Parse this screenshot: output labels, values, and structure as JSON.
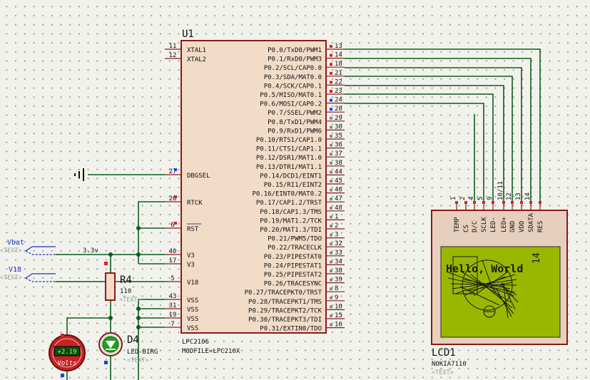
{
  "colors": {
    "wire": "#0d5c1e",
    "body": "#8b1a1a",
    "ic_fill": "#f2dcc8",
    "lcd_screen": "#9ab700",
    "led_green": "#20a020"
  },
  "u1": {
    "ref": "U1",
    "part": "LPC2106",
    "modfile": "MODFILE=LPC210X",
    "left_pins": [
      {
        "num": "11",
        "name": "XTAL1"
      },
      {
        "num": "12",
        "name": "XTAL2"
      },
      {
        "num": "27",
        "name": "DBGSEL"
      },
      {
        "num": "26",
        "name": "RTCK"
      },
      {
        "num": "6",
        "name": "RST"
      },
      {
        "num": "40",
        "name": "V3"
      },
      {
        "num": "17",
        "name": "V3"
      },
      {
        "num": "5",
        "name": "V18"
      },
      {
        "num": "43",
        "name": "VSS"
      },
      {
        "num": "31",
        "name": "VSS"
      },
      {
        "num": "19",
        "name": "VSS"
      },
      {
        "num": "7",
        "name": "VSS"
      }
    ],
    "right_pins": [
      {
        "num": "13",
        "name": "P0.0/TxD0/PWM1"
      },
      {
        "num": "14",
        "name": "P0.1/RxD0/PWM3"
      },
      {
        "num": "18",
        "name": "P0.2/SCL/CAP0.0"
      },
      {
        "num": "21",
        "name": "P0.3/SDA/MAT0.0"
      },
      {
        "num": "22",
        "name": "P0.4/SCK/CAP0.1"
      },
      {
        "num": "23",
        "name": "P0.5/MISO/MAT0.1"
      },
      {
        "num": "24",
        "name": "P0.6/MOSI/CAP0.2"
      },
      {
        "num": "28",
        "name": "P0.7/SSEL/PWM2"
      },
      {
        "num": "29",
        "name": "P0.8/TxD1/PWM4"
      },
      {
        "num": "30",
        "name": "P0.9/RxD1/PWM6"
      },
      {
        "num": "35",
        "name": "P0.10/RTS1/CAP1.0"
      },
      {
        "num": "36",
        "name": "P0.11/CTS1/CAP1.1"
      },
      {
        "num": "37",
        "name": "P0.12/DSR1/MAT1.0"
      },
      {
        "num": "38",
        "name": "P0.13/DTR1/MAT1.1"
      },
      {
        "num": "44",
        "name": "P0.14/DCD1/EINT1"
      },
      {
        "num": "45",
        "name": "P0.15/RI1/EINT2"
      },
      {
        "num": "46",
        "name": "P0.16/EINT0/MAT0.2"
      },
      {
        "num": "47",
        "name": "P0.17/CAP1.2/TRST"
      },
      {
        "num": "48",
        "name": "P0.18/CAP1.3/TMS"
      },
      {
        "num": "1",
        "name": "P0.19/MAT1.2/TCK"
      },
      {
        "num": "2",
        "name": "P0.20/MAT1.3/TDI"
      },
      {
        "num": "3",
        "name": "P0.21/PWM5/TDO"
      },
      {
        "num": "32",
        "name": "P0.22/TRACECLK"
      },
      {
        "num": "33",
        "name": "P0.23/PIPESTAT0"
      },
      {
        "num": "34",
        "name": "P0.24/PIPESTAT1"
      },
      {
        "num": "38",
        "name": "P0.25/PIPESTAT2"
      },
      {
        "num": "39",
        "name": "P0.26/TRACESYNC"
      },
      {
        "num": "8",
        "name": "P0.27/TRACEPKT0/TRST"
      },
      {
        "num": "9",
        "name": "P0.28/TRACEPKT1/TMS"
      },
      {
        "num": "10",
        "name": "P0.29/TRACEPKT2/TCK"
      },
      {
        "num": "15",
        "name": "P0.30/TRACEPKT3/TDI"
      },
      {
        "num": "16",
        "name": "P0.31/EXTIN0/TDO"
      }
    ]
  },
  "lcd": {
    "ref": "LCD1",
    "part": "NOKIA7110",
    "text_tag": "<TEXT>",
    "screen_text": "Hello, World",
    "pins": [
      {
        "num": "1",
        "name": "TEMP"
      },
      {
        "num": "2",
        "name": "CS"
      },
      {
        "num": "4",
        "name": "D/C"
      },
      {
        "num": "5",
        "name": "SCLK"
      },
      {
        "num": "9",
        "name": "LED-"
      },
      {
        "num": "10/11",
        "name": "LED+"
      },
      {
        "num": "12",
        "name": "GND"
      },
      {
        "num": "13",
        "name": "VDD"
      },
      {
        "num": "14",
        "name": "SDATA"
      },
      {
        "num": "",
        "name": "RES"
      }
    ]
  },
  "r4": {
    "ref": "R4",
    "value": "110",
    "text_tag": "<TEXT>"
  },
  "d4": {
    "ref": "D4",
    "part": "LED-BIRG",
    "text_tag": "<TEXT>"
  },
  "voltmeter": {
    "value": "+2.19",
    "unit": "Volts"
  },
  "terminals": [
    {
      "label": "Vbat",
      "tag": "<TEXT>"
    },
    {
      "label": "V18",
      "tag": "<TEXT>"
    }
  ],
  "net_33v": "3.3v"
}
